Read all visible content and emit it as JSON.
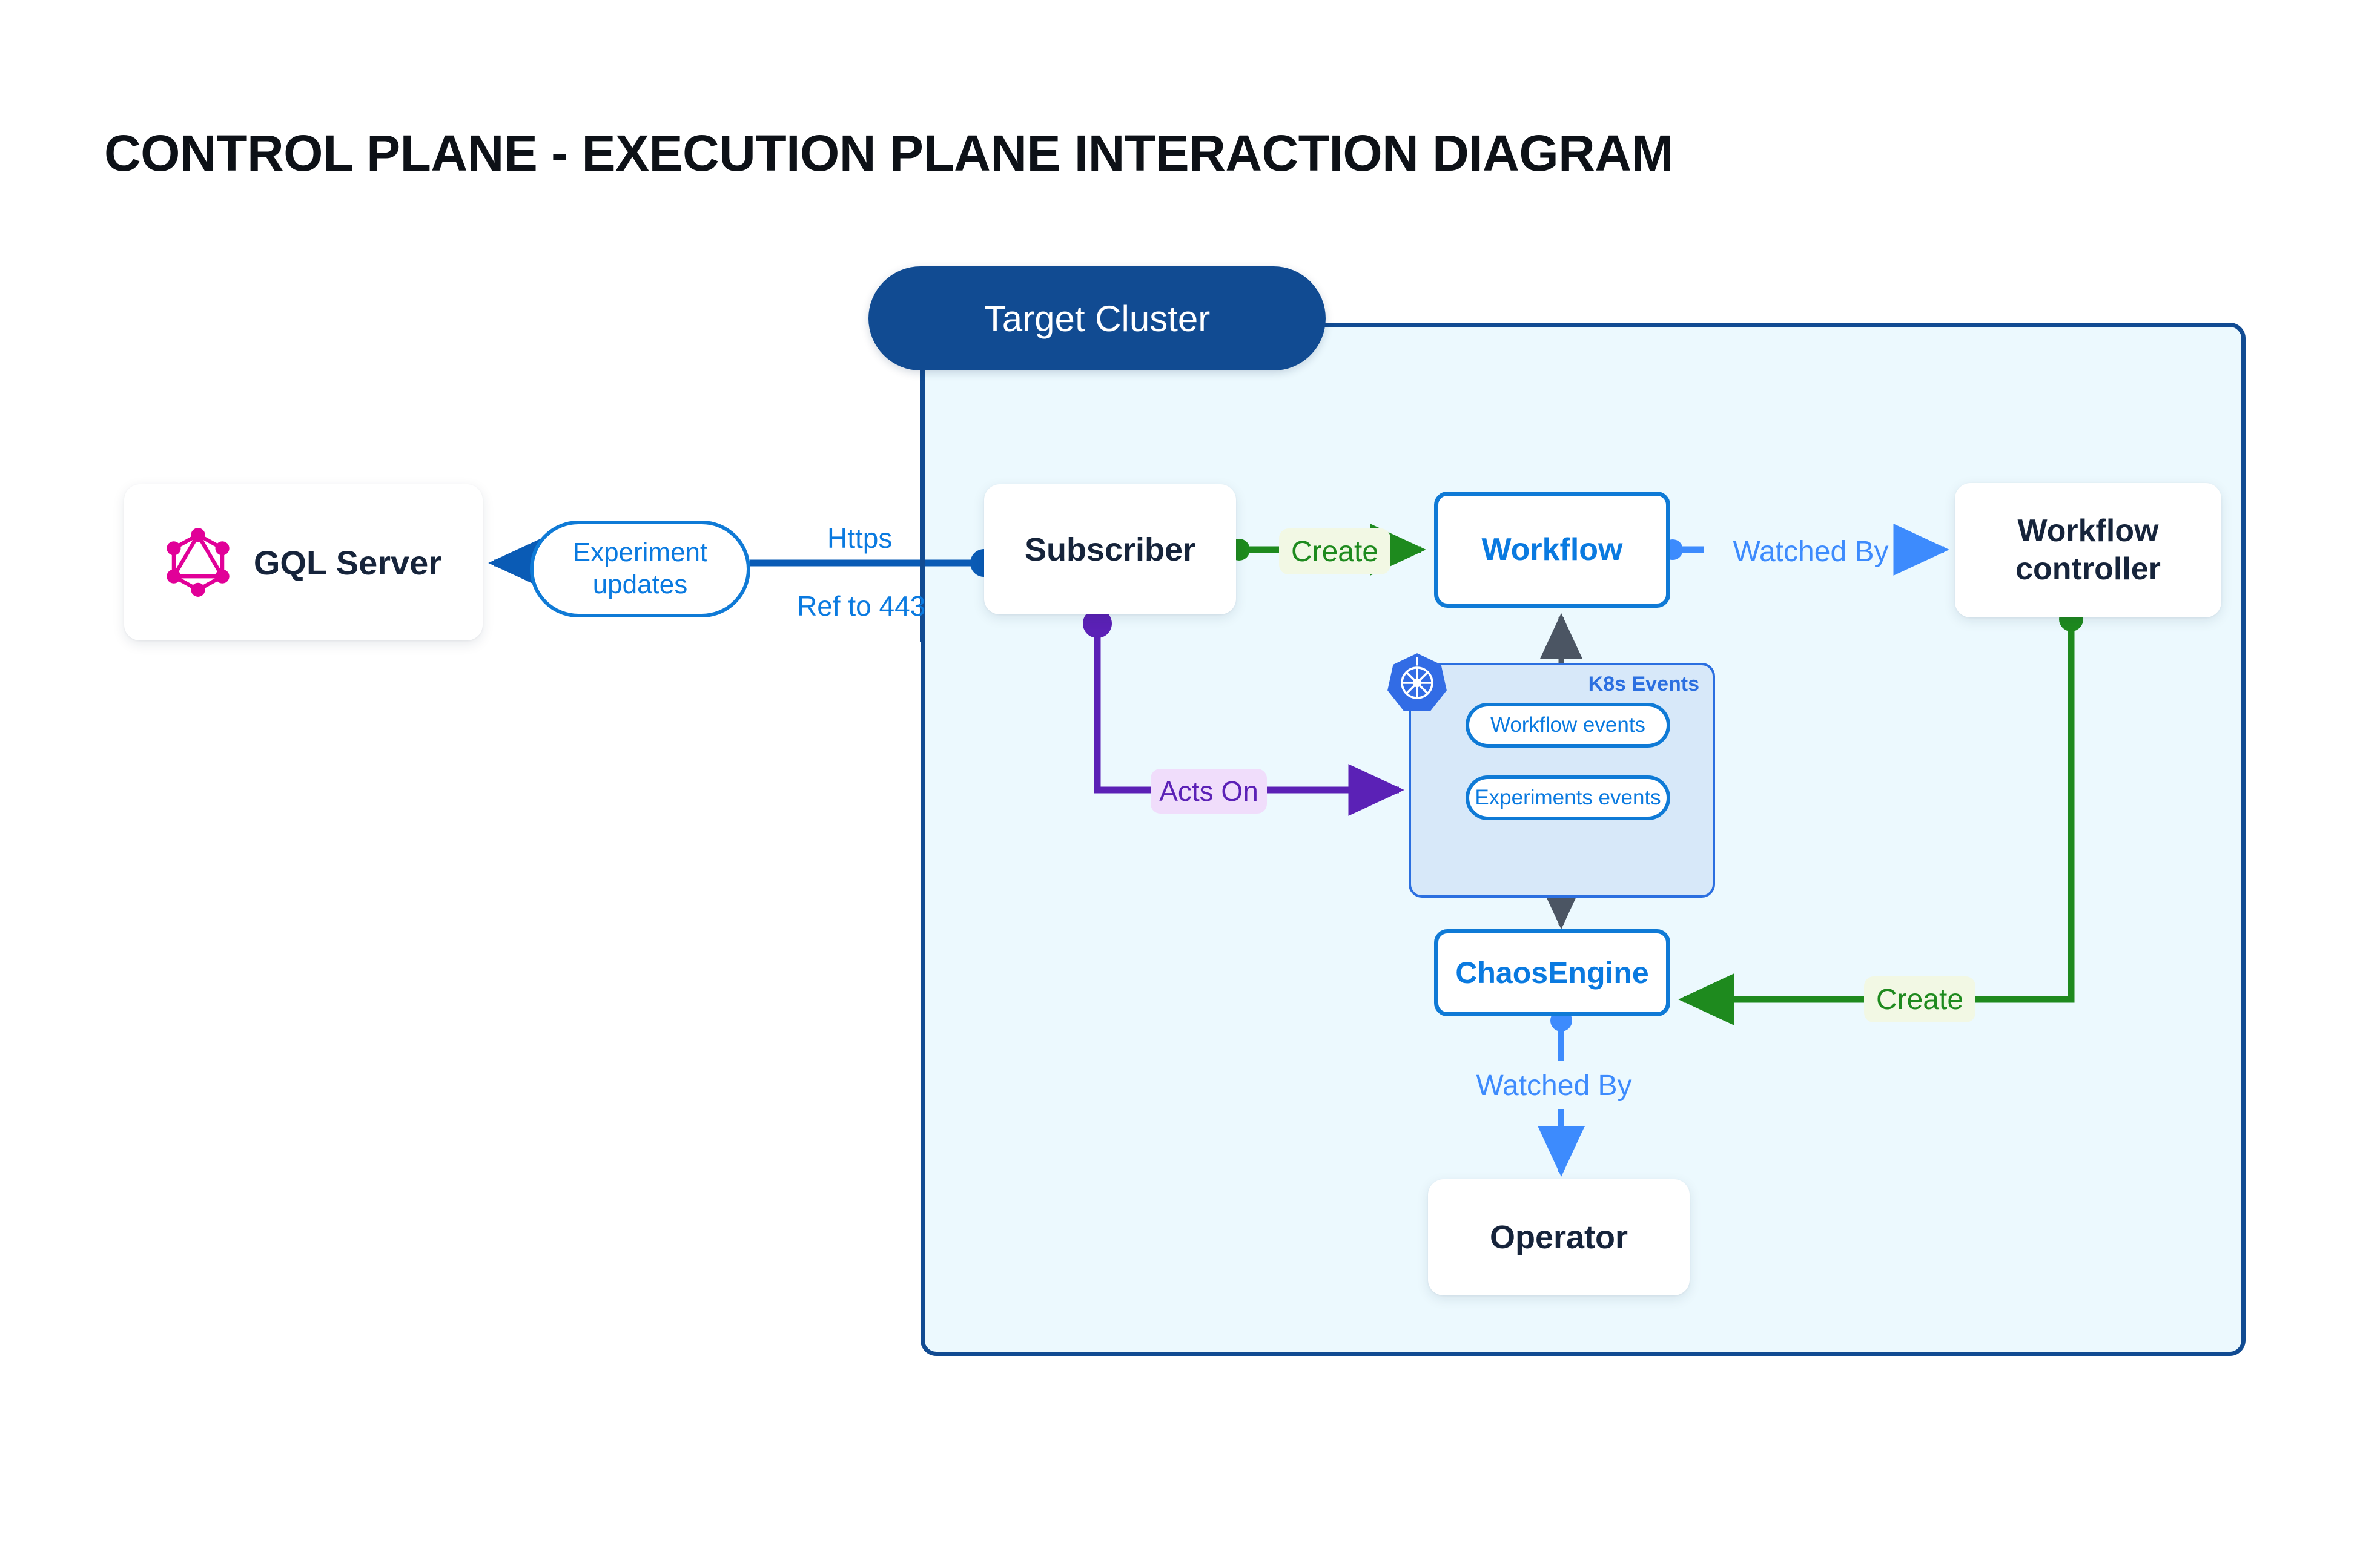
{
  "page": {
    "title": "CONTROL PLANE - EXECUTION PLANE INTERACTION DIAGRAM",
    "background_color": "#ffffff"
  },
  "colors": {
    "cluster_border": "#114b92",
    "cluster_fill": "#ecf9fe",
    "cluster_badge": "#114b92",
    "node_text": "#16243b",
    "blue_accent": "#0a7ae0",
    "blue_light": "#3d8bfd",
    "green_accent": "#1e8a1e",
    "purple_accent": "#5b21b6",
    "graphql_pink": "#e10098",
    "k8s_blue": "#326ce5",
    "k8s_panel_fill": "#d7e8f9",
    "k8s_panel_border": "#2b6fe0",
    "gray_edge": "#4b5563"
  },
  "cluster": {
    "badge_label": "Target Cluster"
  },
  "nodes": {
    "gql_server": {
      "label": "GQL Server",
      "icon": "graphql-icon"
    },
    "subscriber": {
      "label": "Subscriber"
    },
    "workflow": {
      "label": "Workflow"
    },
    "workflow_controller": {
      "label": "Workflow\ncontroller"
    },
    "chaosengine": {
      "label": "ChaosEngine"
    },
    "operator": {
      "label": "Operator"
    }
  },
  "k8s_events": {
    "title": "K8s Events",
    "icon": "kubernetes-icon",
    "pills": [
      {
        "label": "Workflow events"
      },
      {
        "label": "Experiments events"
      }
    ]
  },
  "edges": [
    {
      "id": "experiment-updates",
      "label": "Experiment\nupdates",
      "from": "subscriber",
      "to": "gql_server",
      "color": "#0f7ad6",
      "style": "pill"
    },
    {
      "id": "https",
      "label": "Https",
      "color": "#0a7ae0",
      "style": "plain"
    },
    {
      "id": "ref-to-443",
      "label": "Ref to 443",
      "color": "#0a7ae0",
      "style": "plain"
    },
    {
      "id": "create-workflow",
      "label": "Create",
      "from": "subscriber",
      "to": "workflow",
      "color": "#1e8a1e",
      "style": "chip"
    },
    {
      "id": "watched-by-controller",
      "label": "Watched By",
      "from": "workflow",
      "to": "workflow_controller",
      "color": "#3d8bfd",
      "style": "plain"
    },
    {
      "id": "acts-on",
      "label": "Acts On",
      "from": "subscriber",
      "to": "k8s_events",
      "color": "#5b21b6",
      "style": "chip"
    },
    {
      "id": "create-chaosengine",
      "label": "Create",
      "from": "workflow_controller",
      "to": "chaosengine",
      "color": "#1e8a1e",
      "style": "chip"
    },
    {
      "id": "watched-by-operator",
      "label": "Watched By",
      "from": "chaosengine",
      "to": "operator",
      "color": "#3d8bfd",
      "style": "plain"
    }
  ]
}
